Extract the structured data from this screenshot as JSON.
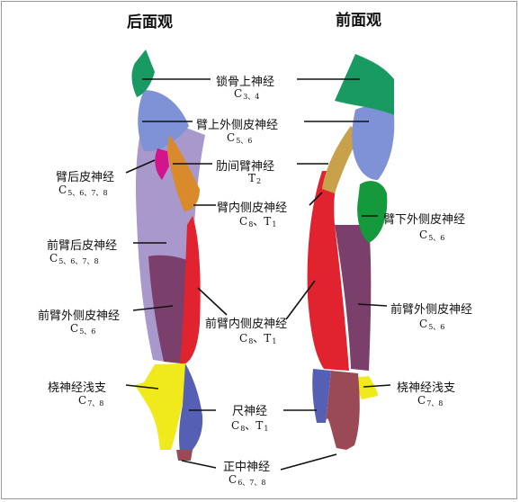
{
  "titles": {
    "back": "后面观",
    "front": "前面观"
  },
  "labels": [
    {
      "id": "supraclavicular",
      "name": "锁骨上神经",
      "root": "C",
      "sub": "3、4"
    },
    {
      "id": "upper-lateral-brachial",
      "name": "臂上外侧皮神经",
      "root": "C",
      "sub": "5、6"
    },
    {
      "id": "posterior-brachial",
      "name": "臂后皮神经",
      "root": "C",
      "sub": "5、6、7、8"
    },
    {
      "id": "intercostobrachial",
      "name": "肋间臂神经",
      "root": "T",
      "sub": "2"
    },
    {
      "id": "medial-brachial",
      "name": "臂内侧皮神经",
      "root": "C",
      "sub": "8",
      "root2": "T",
      "sub2": "1"
    },
    {
      "id": "lower-lateral-brachial",
      "name": "臂下外侧皮神经",
      "root": "C",
      "sub": "5、6"
    },
    {
      "id": "posterior-antebrachial",
      "name": "前臂后皮神经",
      "root": "C",
      "sub": "5、6、7、8"
    },
    {
      "id": "lateral-antebrachial-back",
      "name": "前臂外侧皮神经",
      "root": "C",
      "sub": "5、6"
    },
    {
      "id": "medial-antebrachial",
      "name": "前臂内侧皮神经",
      "root": "C",
      "sub": "8",
      "root2": "T",
      "sub2": "1"
    },
    {
      "id": "lateral-antebrachial-front",
      "name": "前臂外侧皮神经",
      "root": "C",
      "sub": "5、6"
    },
    {
      "id": "superficial-radial-back",
      "name": "桡神经浅支",
      "root": "C",
      "sub": "7、8"
    },
    {
      "id": "superficial-radial-front",
      "name": "桡神经浅支",
      "root": "C",
      "sub": "7、8"
    },
    {
      "id": "ulnar",
      "name": "尺神经",
      "root": "C",
      "sub": "8",
      "root2": "T",
      "sub2": "1"
    },
    {
      "id": "median",
      "name": "正中神经",
      "root": "C",
      "sub": "6、7、8"
    }
  ],
  "colors": {
    "supraclavicular": "#1a9a63",
    "upper_lateral": "#7f92d6",
    "posterior_brachial": "#a898cc",
    "intercostobrachial": "#d98a2b",
    "medial_brachial": "#c8a24a",
    "medial_antebrachial": "#e0232f",
    "lower_lateral": "#149a3c",
    "lateral_antebrachial": "#7a3f6a",
    "superficial_radial": "#f0ea1c",
    "ulnar": "#5560b5",
    "median": "#9a4a55",
    "magenta": "#d0168a"
  }
}
